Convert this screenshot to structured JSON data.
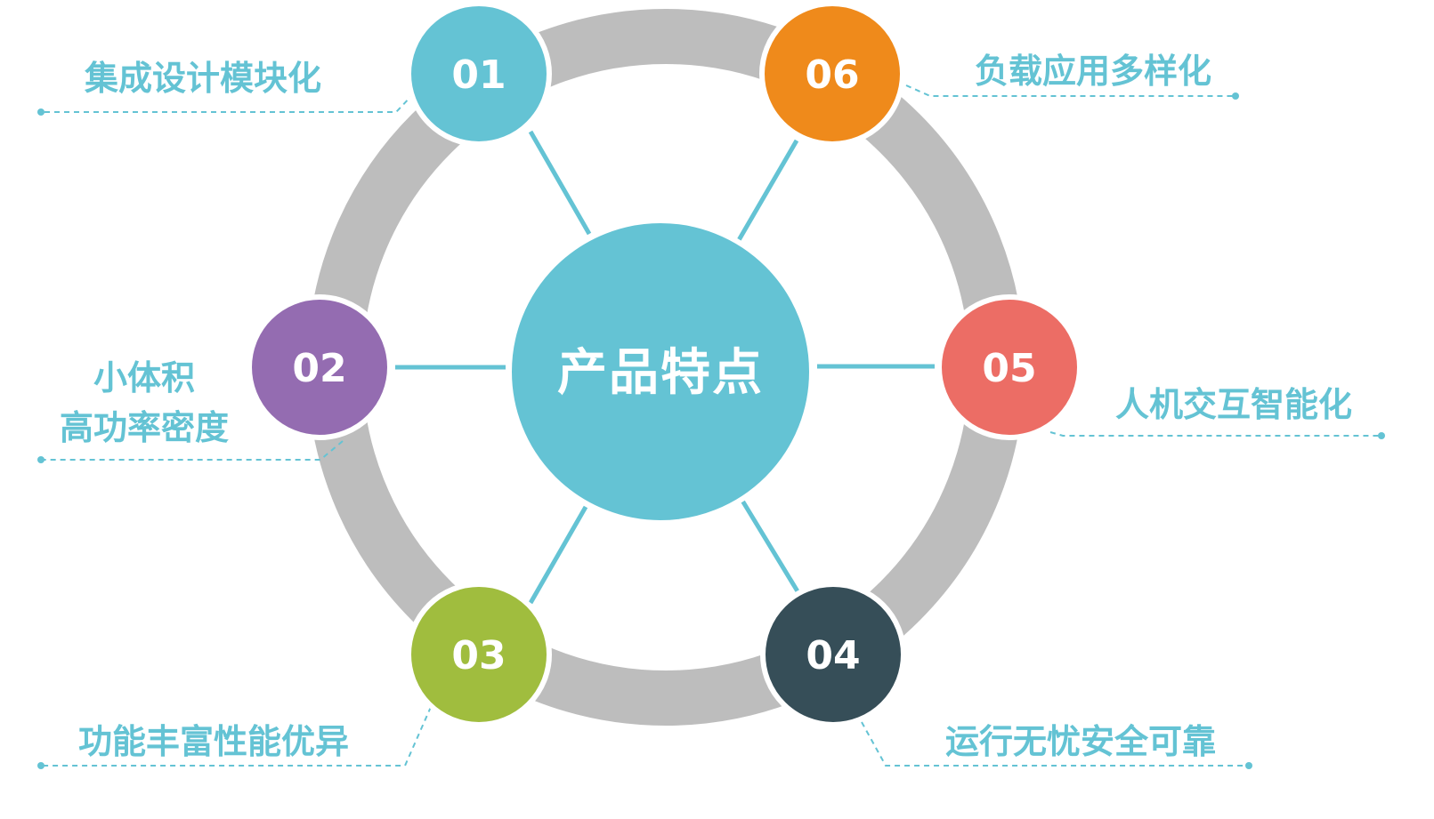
{
  "center": {
    "title": "产品特点",
    "color": "#64C3D4"
  },
  "ring_color": "#BDBDBD",
  "spoke_color": "#64C3D4",
  "label_color": "#64C3D4",
  "features": [
    {
      "number": "01",
      "color": "#64C3D4",
      "lines": [
        "集成设计模块化"
      ]
    },
    {
      "number": "02",
      "color": "#946CB1",
      "lines": [
        "小体积",
        "高功率密度"
      ]
    },
    {
      "number": "03",
      "color": "#A0BD3E",
      "lines": [
        "功能丰富性能优异"
      ]
    },
    {
      "number": "04",
      "color": "#364E58",
      "lines": [
        "运行无忧安全可靠"
      ]
    },
    {
      "number": "05",
      "color": "#EC6D65",
      "lines": [
        "人机交互智能化"
      ]
    },
    {
      "number": "06",
      "color": "#EF8A1B",
      "lines": [
        "负载应用多样化"
      ]
    }
  ]
}
